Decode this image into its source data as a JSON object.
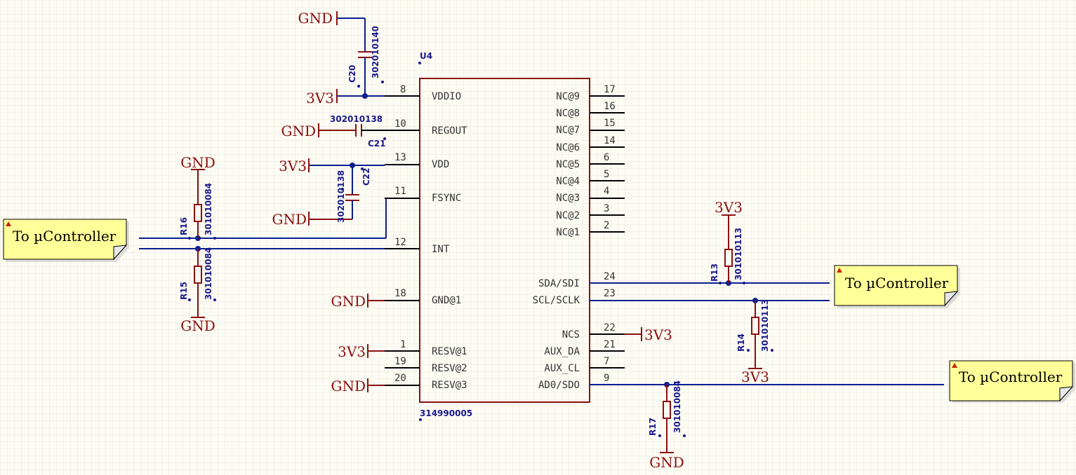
{
  "colors": {
    "background": "#fdfcf4",
    "grid": "#ece6dc",
    "wire": "#0b1f8f",
    "power": "#8a1010",
    "designator": "#1a1a8c",
    "note_fill": "#ffff99",
    "note_corner": "#e8e8e8"
  },
  "ic": {
    "designator": "U4",
    "part_number": "314990005",
    "left_pins": [
      {
        "num": "8",
        "name": "VDDIO"
      },
      {
        "num": "10",
        "name": "REGOUT"
      },
      {
        "num": "13",
        "name": "VDD"
      },
      {
        "num": "11",
        "name": "FSYNC"
      },
      {
        "num": "12",
        "name": "INT"
      },
      {
        "num": "18",
        "name": "GND@1"
      },
      {
        "num": "1",
        "name": "RESV@1"
      },
      {
        "num": "19",
        "name": "RESV@2"
      },
      {
        "num": "20",
        "name": "RESV@3"
      }
    ],
    "right_pins": [
      {
        "num": "17",
        "name": "NC@9"
      },
      {
        "num": "16",
        "name": "NC@8"
      },
      {
        "num": "15",
        "name": "NC@7"
      },
      {
        "num": "14",
        "name": "NC@6"
      },
      {
        "num": "6",
        "name": "NC@5"
      },
      {
        "num": "5",
        "name": "NC@4"
      },
      {
        "num": "4",
        "name": "NC@3"
      },
      {
        "num": "3",
        "name": "NC@2"
      },
      {
        "num": "2",
        "name": "NC@1"
      },
      {
        "num": "24",
        "name": "SDA/SDI"
      },
      {
        "num": "23",
        "name": "SCL/SCLK"
      },
      {
        "num": "22",
        "name": "NCS"
      },
      {
        "num": "21",
        "name": "AUX_DA"
      },
      {
        "num": "7",
        "name": "AUX_CL"
      },
      {
        "num": "9",
        "name": "AD0/SDO"
      }
    ]
  },
  "power_labels": {
    "gnd": "GND",
    "v3v3": "3V3"
  },
  "components": {
    "c20": {
      "ref": "C20",
      "value": "302010140"
    },
    "c21": {
      "ref": "C21",
      "value": "302010138"
    },
    "c22": {
      "ref": "C22",
      "value": "302010138"
    },
    "r13": {
      "ref": "R13",
      "value": "301010113"
    },
    "r14": {
      "ref": "R14",
      "value": "301010113"
    },
    "r15": {
      "ref": "R15",
      "value": "301010084"
    },
    "r16": {
      "ref": "R16",
      "value": "301010084"
    },
    "r17": {
      "ref": "R17",
      "value": "301010084"
    }
  },
  "notes": [
    {
      "text": "To µController"
    },
    {
      "text": "To µController"
    },
    {
      "text": "To µController"
    }
  ]
}
